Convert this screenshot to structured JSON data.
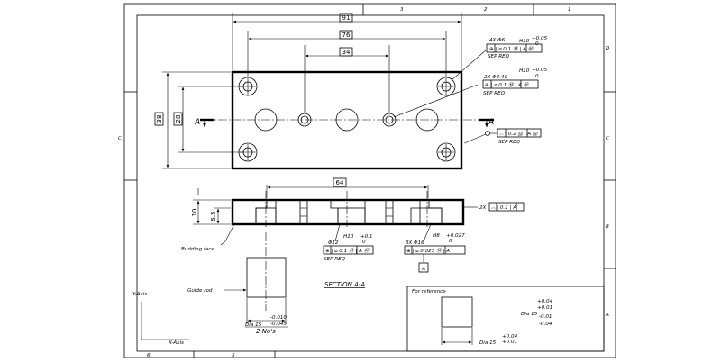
{
  "border": {
    "col_labels_top": [
      "3",
      "2",
      "1"
    ],
    "col_labels_bottom": [
      "6",
      "5"
    ],
    "row_labels_left": [
      "C"
    ],
    "row_labels_right": [
      "D",
      "C",
      "B",
      "A"
    ]
  },
  "top_view": {
    "dims": {
      "overall_length": "91",
      "hole_pitch": "76",
      "inner_pitch": "34",
      "overall_width": "38",
      "hole_width_pitch": "28"
    },
    "section_marks": {
      "left": "A",
      "right": "A"
    },
    "callout_1": {
      "qty_dia": "4X  Φ6",
      "tol": "H10",
      "tol_upper": "+0.05",
      "tol_lower": "0",
      "frame": "⊕ | ⌀ 0.1 Ⓜ | A Ⓜ",
      "note": "SEP REQ"
    },
    "callout_2": {
      "qty_dia": "2X  Φ4.40",
      "tol": "H10",
      "tol_upper": "+0.05",
      "tol_lower": "0",
      "frame": "⊕ | ⌀ 0.1 Ⓜ | A Ⓜ",
      "note": "SEP REQ"
    },
    "callout_3": {
      "frame": "⌓ | 0.2 Ⓜ | A Ⓜ",
      "note": "SEP REQ"
    }
  },
  "section_view": {
    "dims": {
      "span": "64",
      "height": "10",
      "step": "5.5"
    },
    "flatness": {
      "qty": "2X",
      "frame": "⌓ | 0.1 | A"
    },
    "callout_left": {
      "dia": "Φ12",
      "tol": "H10",
      "tol_extra": "+0.1",
      "tol_zero": "0",
      "frame": "⊕ | ⌀ 0.1 Ⓜ | A Ⓜ",
      "note": "SEP REQ"
    },
    "callout_right": {
      "qty_dia": "3X  Φ16",
      "tol": "H8",
      "tol_upper": "+0.027",
      "tol_lower": "0",
      "frame": "⊕ | ⌀ 0.025 Ⓜ | A"
    },
    "datum": "A",
    "title": "SECTION A-A",
    "butting_face": "Budding face"
  },
  "guide_rod": {
    "label": "Guide rod",
    "dia": "Dia 15",
    "tol_upper": "-0.010",
    "tol_lower": "-0.045",
    "qty": "2 No's"
  },
  "axes": {
    "y": "Y-Axis",
    "x": "X-Axis"
  },
  "reference": {
    "title": "For reference",
    "dia_label": "Dia 15",
    "tols_a": [
      "+0.04",
      "+0.01"
    ],
    "tols_b": [
      "-0.01",
      "-0.04"
    ],
    "bottom_dia": "Dia 15",
    "bottom_upper": "+0.04",
    "bottom_lower": "+0.01"
  }
}
